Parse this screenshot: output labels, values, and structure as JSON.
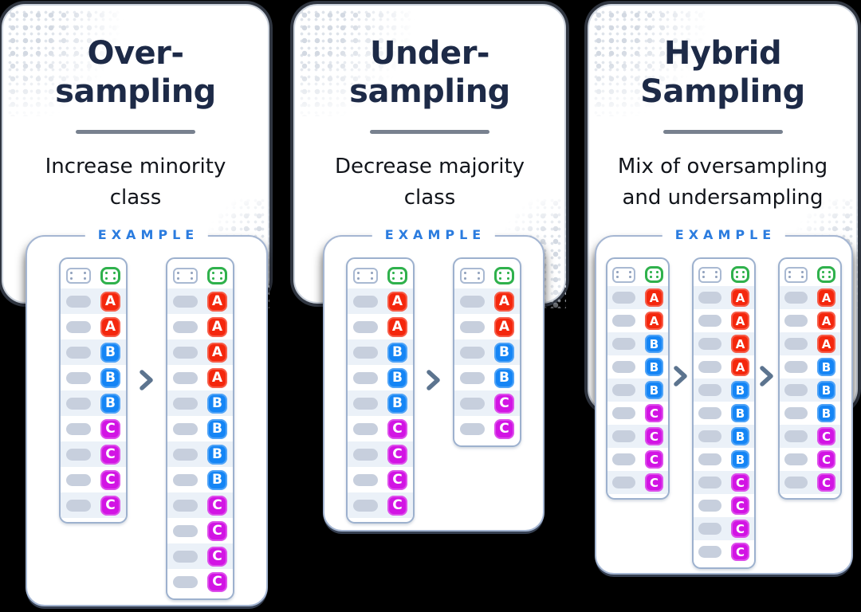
{
  "colors": {
    "background": "#000000",
    "card_bg": "#FFFFFF",
    "title_text": "#1D2A47",
    "body_text": "#11141A",
    "divider": "#78818F",
    "example_accent": "#2B7CDF",
    "panel_border": "#A5B6D2",
    "table_border": "#9DB1CE",
    "row_stripe": "#EBF1F8",
    "feature_pill": "#C7CFDD",
    "class_a": "#F4270D",
    "class_b": "#1585F5",
    "class_c": "#D214E4",
    "label_header_green": "#2FB14C",
    "arrow": "#5C748F"
  },
  "cards": [
    {
      "title": "Over-\nsampling",
      "description": "Increase minority\nclass",
      "example_label": "EXAMPLE",
      "stages": [
        [
          "A",
          "A",
          "B",
          "B",
          "B",
          "C",
          "C",
          "C",
          "C"
        ],
        [
          "A",
          "A",
          "A",
          "A",
          "B",
          "B",
          "B",
          "B",
          "C",
          "C",
          "C",
          "C"
        ]
      ]
    },
    {
      "title": "Under-\nsampling",
      "description": "Decrease majority\nclass",
      "example_label": "EXAMPLE",
      "stages": [
        [
          "A",
          "A",
          "B",
          "B",
          "B",
          "C",
          "C",
          "C",
          "C"
        ],
        [
          "A",
          "A",
          "B",
          "B",
          "C",
          "C"
        ]
      ]
    },
    {
      "title": "Hybrid\nSampling",
      "description": "Mix of oversampling\nand undersampling",
      "example_label": "EXAMPLE",
      "stages": [
        [
          "A",
          "A",
          "B",
          "B",
          "B",
          "C",
          "C",
          "C",
          "C"
        ],
        [
          "A",
          "A",
          "A",
          "A",
          "B",
          "B",
          "B",
          "B",
          "C",
          "C",
          "C",
          "C"
        ],
        [
          "A",
          "A",
          "A",
          "B",
          "B",
          "B",
          "C",
          "C",
          "C"
        ]
      ]
    }
  ]
}
